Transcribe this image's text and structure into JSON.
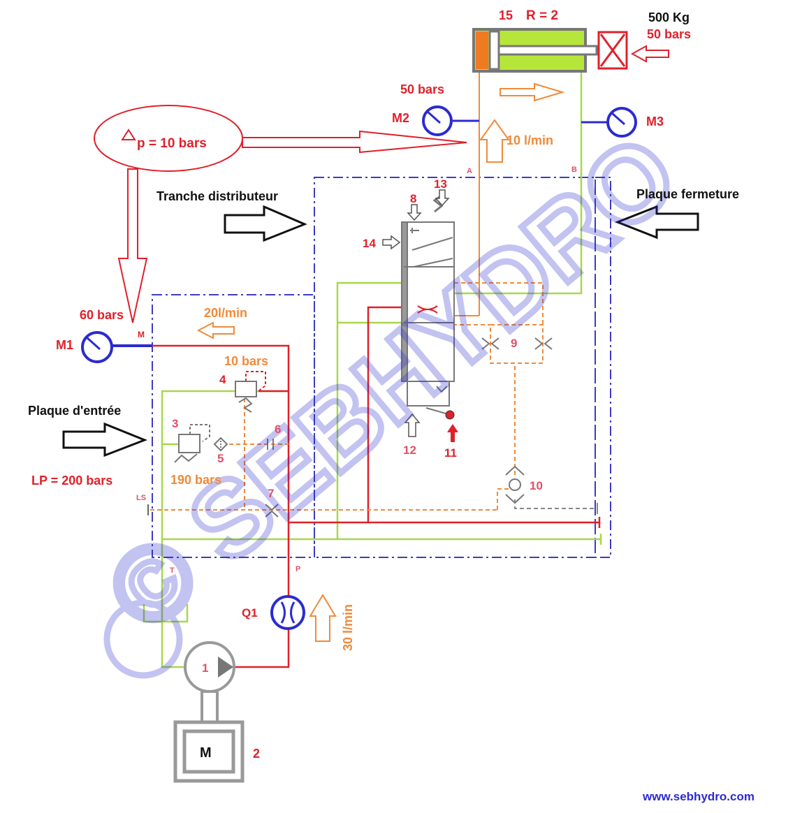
{
  "cylinder": {
    "number": "15",
    "ratio": "R = 2",
    "load": "500 Kg",
    "load_pressure": "50 bars"
  },
  "gauges": {
    "m1": {
      "label": "M1",
      "pressure": "60 bars",
      "port": "M"
    },
    "m2": {
      "label": "M2",
      "pressure": "50 bars"
    },
    "m3": {
      "label": "M3"
    }
  },
  "delta_p": {
    "symbol": "Δ",
    "text": "p = 10 bars"
  },
  "flows": {
    "cylinder_flow": "10 l/min",
    "return_flow": "20l/min",
    "pump_flow": "30 l/min"
  },
  "ports": {
    "a": "A",
    "b": "B",
    "ls": "LS",
    "t": "T",
    "p": "P"
  },
  "sections": {
    "distributor": "Tranche distributeur",
    "closing_plate": "Plaque fermeture",
    "inlet_plate": "Plaque d'entrée"
  },
  "pressures": {
    "lp": "LP = 200 bars",
    "relief_190": "190 bars",
    "relief_10": "10 bars"
  },
  "components": {
    "n1": "1",
    "n2": "2",
    "n3": "3",
    "n4": "4",
    "n5": "5",
    "n6": "6",
    "n7": "7",
    "n8": "8",
    "n9": "9",
    "n10": "10",
    "n11": "11",
    "n12": "12",
    "n13": "13",
    "n14": "14"
  },
  "motor": {
    "label": "M"
  },
  "flowmeter": {
    "label": "Q1"
  },
  "website": "www.sebhydro.com",
  "watermark": "© SEBHYDRO",
  "colors": {
    "pressure_line": "#e0202a",
    "return_line": "#a8d84a",
    "pilot_line": "#f08a3a",
    "frame": "#3c3cc0",
    "gauge": "#2b2bd0"
  }
}
